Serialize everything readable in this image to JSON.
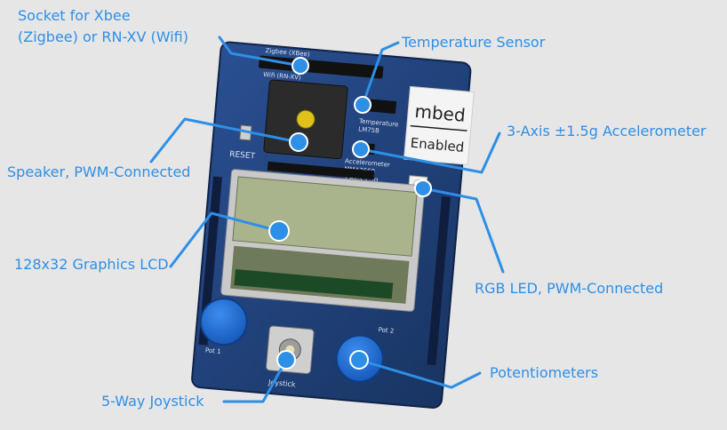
{
  "labels": {
    "socket_line1": "Socket for Xbee",
    "socket_line2": "(Zigbee) or RN-XV (Wifi)",
    "temperature_sensor": "Temperature Sensor",
    "accelerometer": "3-Axis ±1.5g Accelerometer",
    "speaker": "Speaker, PWM-Connected",
    "lcd": "128x32 Graphics LCD",
    "rgb_led": "RGB LED, PWM-Connected",
    "potentiometers": "Potentiometers",
    "joystick": "5-Way Joystick"
  },
  "board": {
    "logo_top": "mbed",
    "logo_bottom": "Enabled",
    "reset_label": "RESET",
    "socket_silk_1": "Zigbee (XBee)",
    "socket_silk_2": "Wifi (RN-XV)",
    "temp_silk_1": "Temperature",
    "temp_silk_2": "LM75B",
    "accel_silk_1": "Accelerometer",
    "accel_silk_2": "MMA7660",
    "accel_silk_3": "3 Axis 1.5g",
    "joystick_silk": "Joystick",
    "pot1_silk": "Pot 1",
    "pot2_silk": "Pot 2"
  },
  "colors": {
    "background": "#e6e6e6",
    "callout": "#2e8fe6",
    "pcb": "#1f3f7a",
    "lcd": "#a9b48c",
    "knob": "#1d6fd6"
  }
}
